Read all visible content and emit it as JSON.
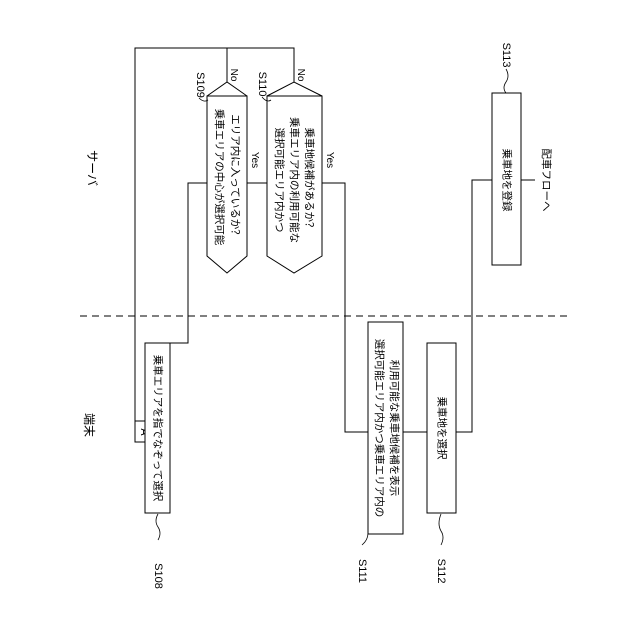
{
  "labels": {
    "server": "サーバ",
    "terminal": "端末",
    "connector": "A"
  },
  "steps": {
    "s108": {
      "id": "S108",
      "text": "乗車エリアを指でなぞって選択"
    },
    "s109": {
      "id": "S109",
      "lines": [
        "乗車エリアの中心が選択可能",
        "エリア内に入っているか？"
      ]
    },
    "s110": {
      "id": "S110",
      "lines": [
        "選択可能エリア内かつ",
        "乗車エリア内の利用可能な",
        "乗車地候補があるか？"
      ]
    },
    "s111": {
      "id": "S111",
      "lines": [
        "選択可能エリア内かつ乗車エリア内の",
        "利用可能な乗車地候補を表示"
      ]
    },
    "s112": {
      "id": "S112",
      "text": "乗車地を選択"
    },
    "s113": {
      "id": "S113",
      "text": "乗車地を登録"
    }
  },
  "branches": {
    "yes": "Yes",
    "no": "No"
  },
  "end_flow": "配車フローへ"
}
